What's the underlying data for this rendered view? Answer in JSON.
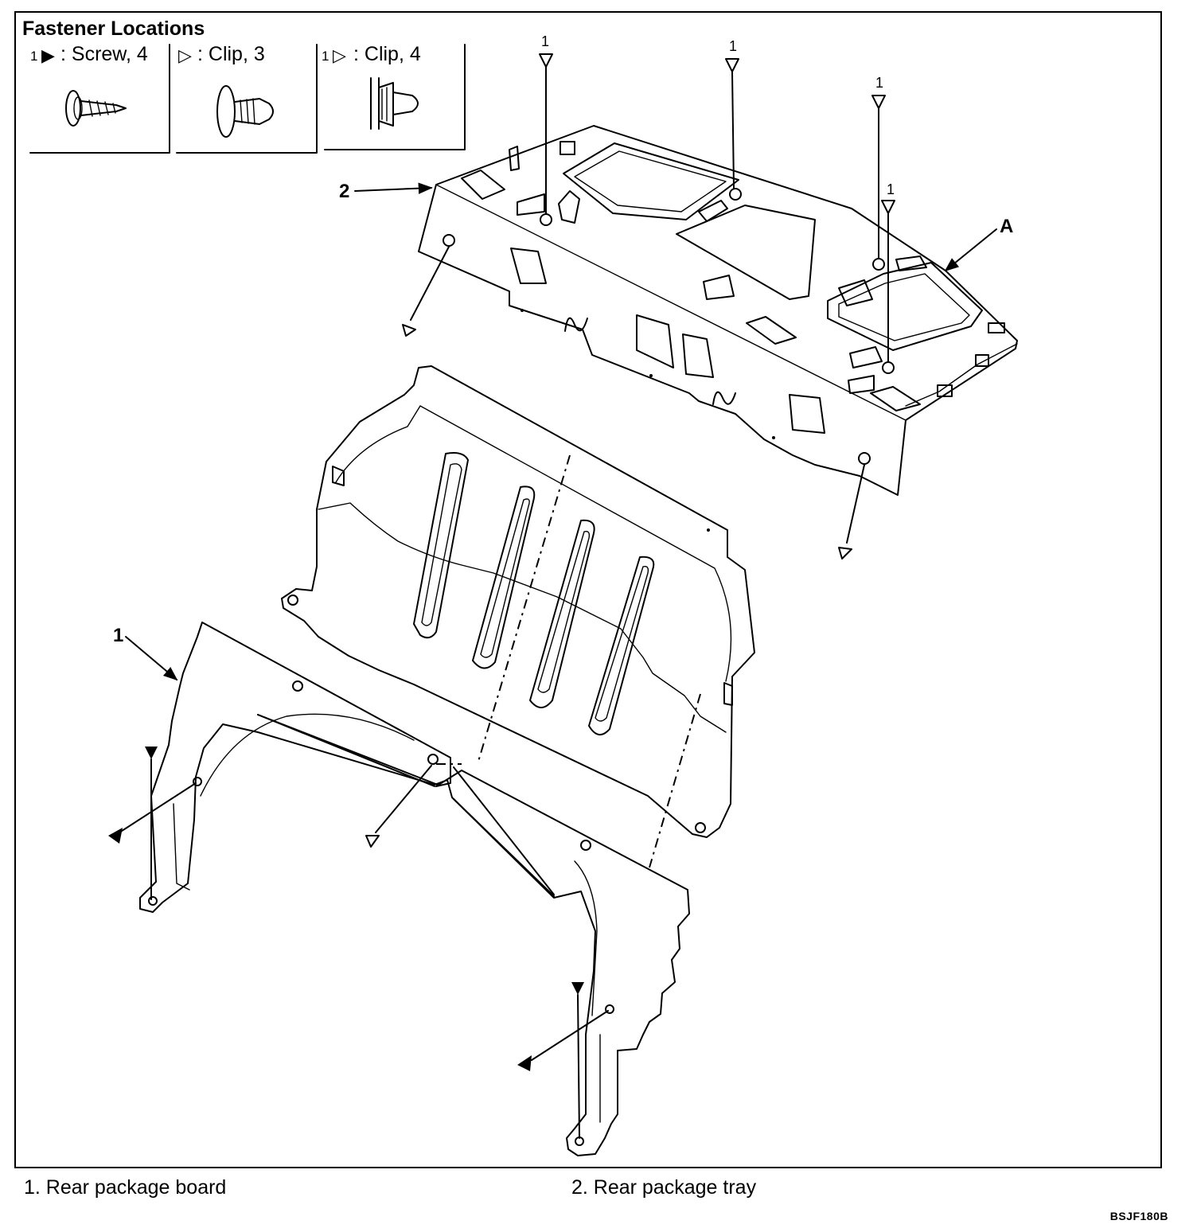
{
  "legend": {
    "title": "Fastener Locations",
    "items": [
      {
        "prefix": "1",
        "symbol": "▶",
        "label": ": Screw, 4"
      },
      {
        "prefix": "",
        "symbol": "▷",
        "label": ": Clip, 3"
      },
      {
        "prefix": "1",
        "symbol": "▷",
        "label": ": Clip, 4"
      }
    ]
  },
  "callouts": {
    "part1": "1",
    "part2": "2",
    "detailA": "A",
    "clip_marker": "1"
  },
  "captions": {
    "part1": "1. Rear package board",
    "part2": "2. Rear package tray"
  },
  "figure_code": "BSJF180B"
}
